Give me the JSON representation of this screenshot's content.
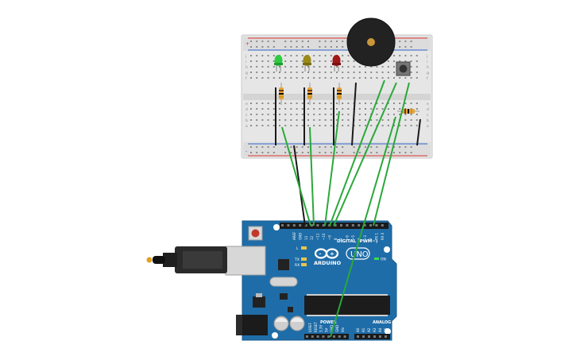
{
  "board": {
    "brand": "ARDUINO",
    "model": "UNO",
    "digital_label": "DIGITAL (PWM~)",
    "analog_label": "ANALOG IN",
    "power_label": "POWER",
    "on_label": "ON",
    "led_l_label": "L",
    "tx_label": "TX",
    "rx_label": "RX",
    "top_pin_labels": [
      "AREF",
      "GND",
      "13",
      "12",
      "~11",
      "~10",
      "~9",
      "8",
      "7",
      "~6",
      "~5",
      "4",
      "~3",
      "2",
      "TX 1",
      "RX 0"
    ],
    "power_pin_labels": [
      "IOREF",
      "RESET",
      "3.3V",
      "5V",
      "GND",
      "GND",
      "Vin"
    ],
    "analog_pin_labels": [
      "A0",
      "A1",
      "A2",
      "A3",
      "A4",
      "A5"
    ]
  },
  "breadboard": {
    "row_letters": [
      "a",
      "b",
      "c",
      "d",
      "e",
      "f",
      "g",
      "h",
      "i",
      "j"
    ],
    "rail_signs": [
      "+",
      "-"
    ]
  },
  "components": {
    "leds": [
      {
        "color_name": "green",
        "color": "#2ecc40"
      },
      {
        "color_name": "yellow",
        "color": "#9a8a1a"
      },
      {
        "color_name": "red",
        "color": "#a01818"
      }
    ],
    "buzzer": {
      "color": "#222222"
    },
    "button": {
      "color": "#555555"
    }
  },
  "colors": {
    "board_blue": "#1f6da8",
    "wire_green": "#2aa83a",
    "wire_black": "#1a1a1a",
    "breadboard": "#e6e6e6"
  }
}
